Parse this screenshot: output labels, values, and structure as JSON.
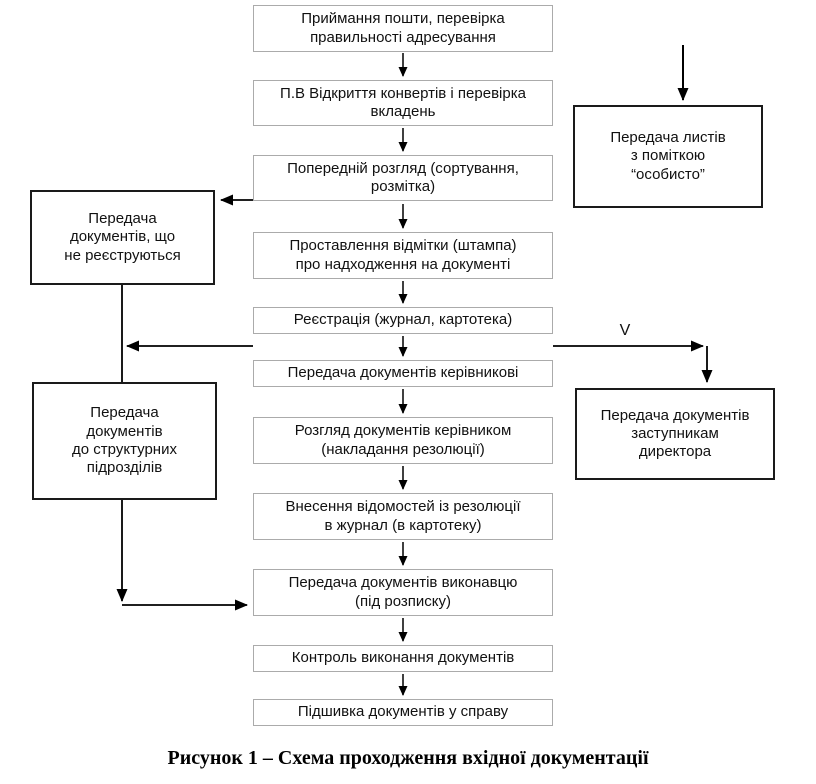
{
  "diagram": {
    "nodes": {
      "n1": "Приймання пошти, перевірка\nправильності адресування",
      "n2": "П.В Відкриття конвертів і перевірка\nвкладень",
      "n3": "Попередній розгляд (сортування,\nрозмітка)",
      "n4": "Проставлення відмітки (штампа)\nпро надходження на документі",
      "n5": "Реєстрація (журнал, картотека)",
      "n6": "Передача документів керівникові",
      "n7": "Розгляд документів керівником\n(накладання резолюції)",
      "n8": "Внесення відомостей із резолюції\nв журнал (в картотеку)",
      "n9": "Передача документів виконавцю\n(під розписку)",
      "n10": "Контроль виконання документів",
      "n11": "Підшивка документів у справу"
    },
    "side_nodes": {
      "unregistered": "Передача\nдокументів, що\nне реєструються",
      "structural_units": "Передача\nдокументів\nдо структурних\nпідрозділів",
      "personal_letters": "Передача листів\nз поміткою\n“особисто”",
      "deputy_director": "Передача документів\nзаступникам\nдиректора"
    },
    "branch_label": "V",
    "caption": "Рисунок 1 – Схема проходження вхідної документації",
    "colors": {
      "main_box_border": "#ababab",
      "side_box_border": "#1a1a1a",
      "line": "#000000",
      "text": "#111111"
    }
  }
}
